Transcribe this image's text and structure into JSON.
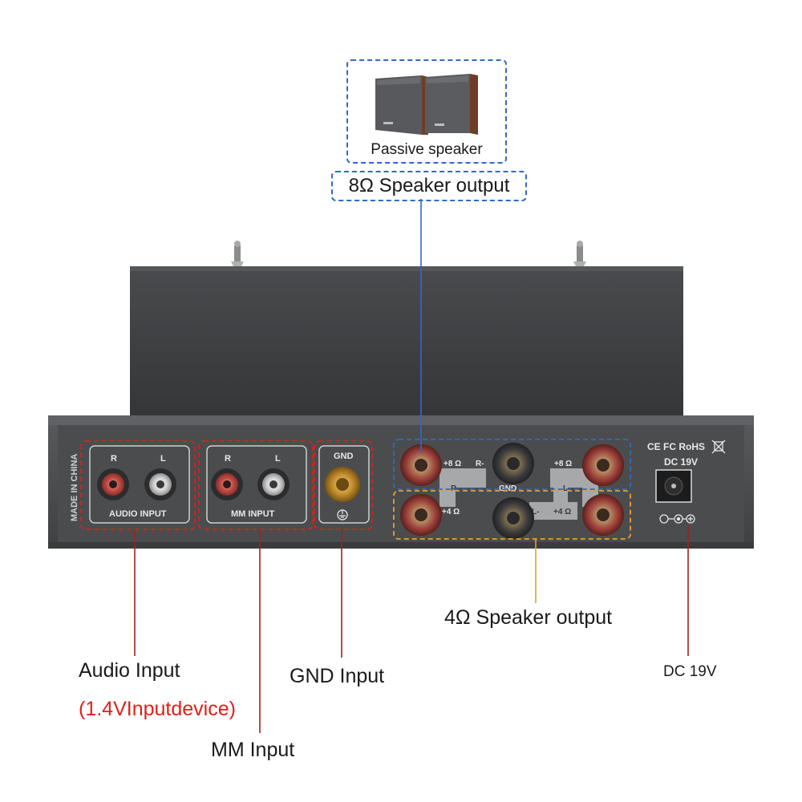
{
  "colors": {
    "accent_blue": "#2e6bc6",
    "accent_red": "#e0201a",
    "accent_orange": "#e3a233",
    "chassis": "#4a4b4d",
    "transformer": "#3f4042"
  },
  "speaker_box": {
    "caption": "Passive speaker",
    "output_label": "8Ω Speaker output"
  },
  "panel": {
    "made_in": "MADE IN CHINA",
    "audio_input": {
      "r": "R",
      "l": "L",
      "label": "AUDIO INPUT"
    },
    "mm_input": {
      "r": "R",
      "l": "L",
      "label": "MM INPUT"
    },
    "gnd": {
      "label": "GND"
    },
    "speaker_terminals": {
      "top_left": "+8 Ω",
      "top_mid_right": "R-",
      "top_right": "+8 Ω",
      "mid_left": "R",
      "mid_center": "GND",
      "mid_right": "L",
      "bottom_left": "+4 Ω",
      "bottom_mid": "L-",
      "bottom_right": "+4 Ω"
    },
    "cert": "CE FC RoHS",
    "dc_label": "DC 19V"
  },
  "callouts": {
    "audio_input": "Audio Input",
    "audio_input_note": "(1.4VInputdevice)",
    "mm_input": "MM Input",
    "gnd_input": "GND Input",
    "four_ohm": "4Ω Speaker output",
    "dc": "DC 19V"
  }
}
